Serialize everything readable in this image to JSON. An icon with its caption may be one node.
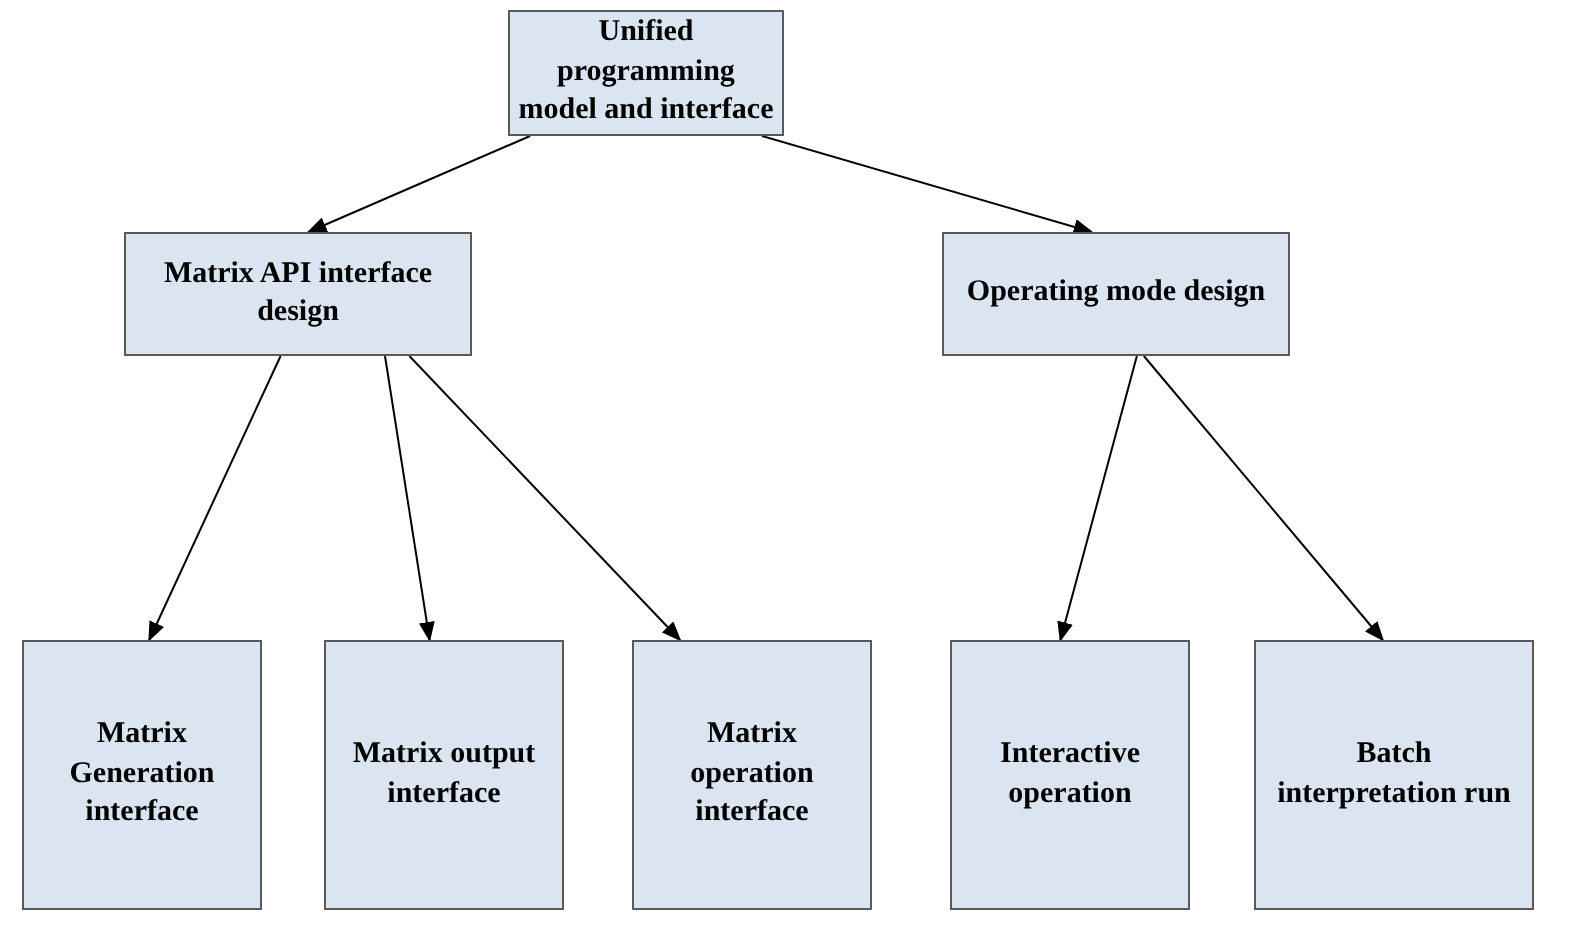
{
  "diagram": {
    "nodes": [
      {
        "text": [
          "Unified programming model and interface"
        ]
      },
      {
        "text": [
          "Matrix API interface design"
        ]
      },
      {
        "text": [
          "Operating mode design"
        ]
      },
      {
        "text": [
          "Matrix Generation interface"
        ]
      },
      {
        "text": [
          "Matrix output interface"
        ]
      },
      {
        "text": [
          "Matrix operation interface"
        ]
      },
      {
        "text": [
          "Interactive operation"
        ]
      },
      {
        "text": [
          "Batch interpretation run"
        ]
      }
    ],
    "edges": [
      {
        "from": 0,
        "to": 1,
        "arrow": "to"
      },
      {
        "from": 0,
        "to": 2,
        "arrow": "to"
      },
      {
        "from": 1,
        "to": 3,
        "arrow": "to"
      },
      {
        "from": 1,
        "to": 4,
        "arrow": "to"
      },
      {
        "from": 1,
        "to": 5,
        "arrow": "to"
      },
      {
        "from": 2,
        "to": 6,
        "arrow": "to"
      },
      {
        "from": 2,
        "to": 7,
        "arrow": "to"
      }
    ]
  }
}
